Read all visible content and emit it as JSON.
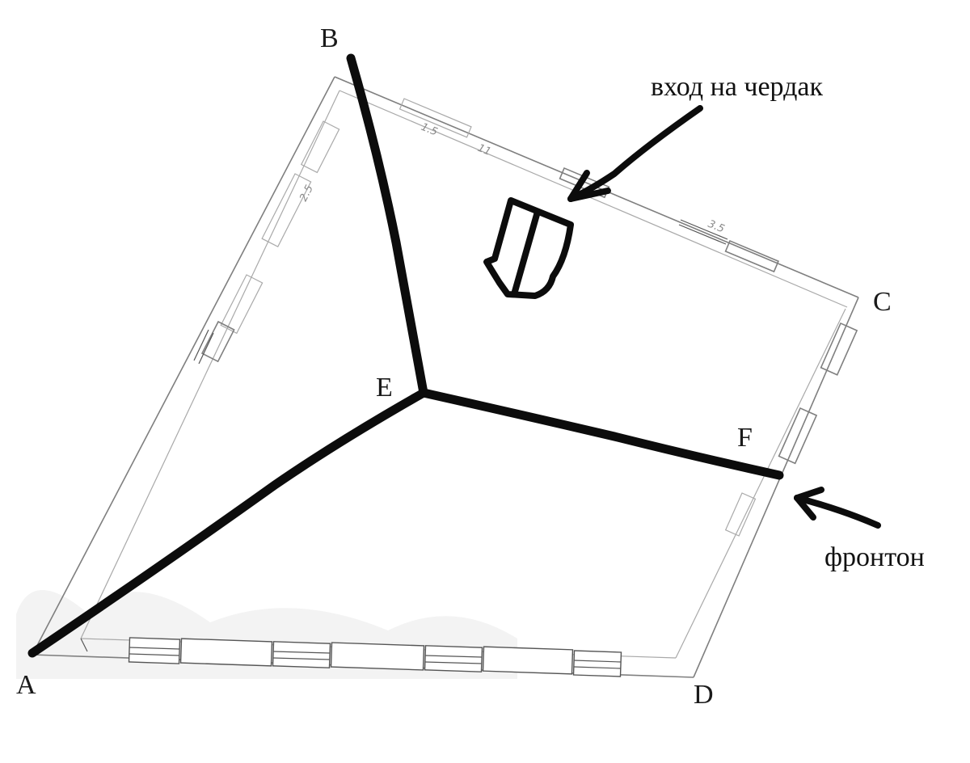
{
  "points": {
    "A": "A",
    "B": "B",
    "C": "C",
    "D": "D",
    "E": "E",
    "F": "F"
  },
  "annotations": {
    "attic_entrance": "вход на чердак",
    "pediment": "фронтон"
  },
  "plan_marks": {
    "mark_1": "1.5",
    "mark_2": "11",
    "mark_3": "3.5",
    "mark_4": "2.5"
  },
  "colors": {
    "ink": "#0c0c0c",
    "plan_lines": "#7f7f7f",
    "background": "#ffffff"
  },
  "icons": {
    "attic_hatch": "attic-hatch-icon",
    "arrow": "arrow-icon"
  }
}
